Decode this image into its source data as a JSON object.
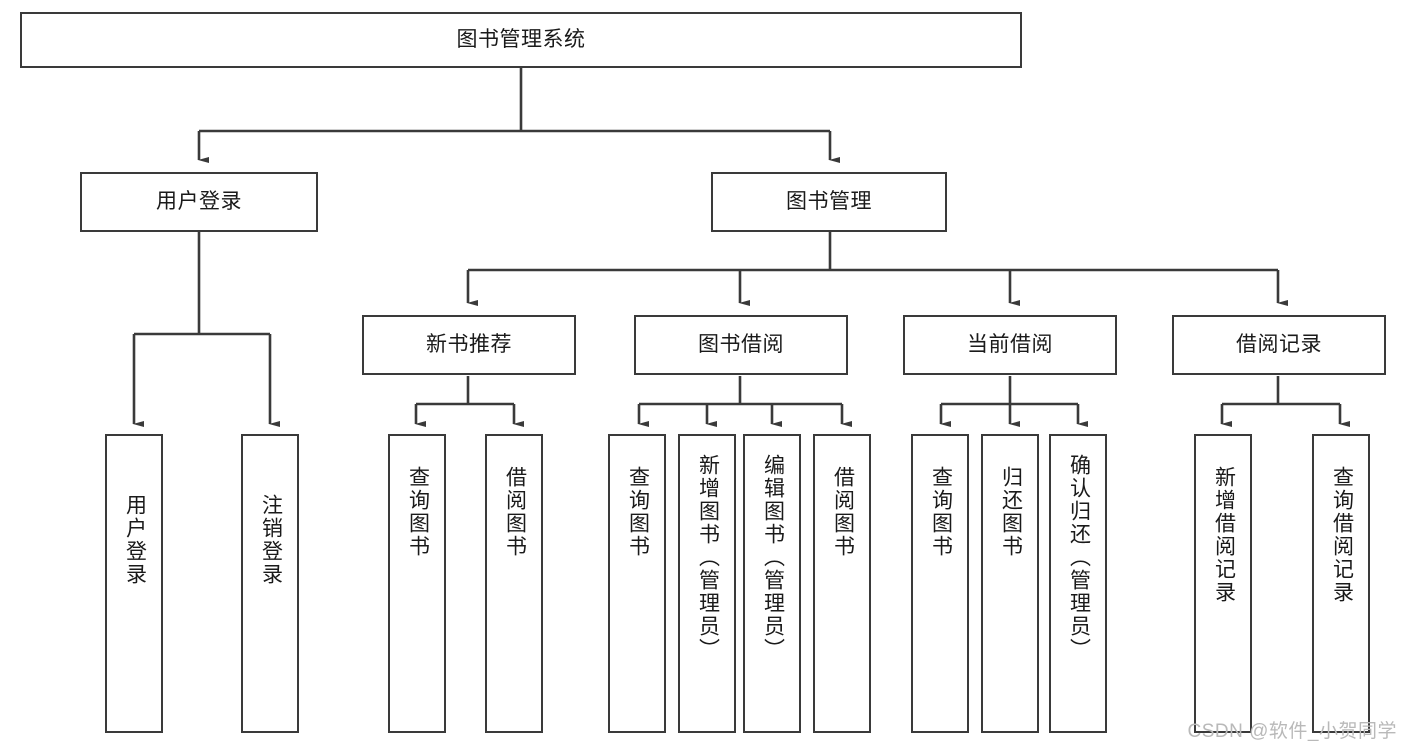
{
  "diagram": {
    "title": "图书管理系统",
    "type": "tree-diagram",
    "colors": {
      "box_border": "#3a3a3a",
      "box_fill": "#ffffff",
      "connector": "#3a3a3a",
      "text": "#1a1a1a",
      "watermark": "#b9b9b9",
      "background": "#ffffff"
    },
    "root": {
      "label": "图书管理系统"
    },
    "level2": [
      {
        "label": "用户登录"
      },
      {
        "label": "图书管理"
      }
    ],
    "level3": [
      {
        "label": "新书推荐"
      },
      {
        "label": "图书借阅"
      },
      {
        "label": "当前借阅"
      },
      {
        "label": "借阅记录"
      }
    ],
    "leaves": {
      "user_login": [
        {
          "label": "用户登录"
        },
        {
          "label": "注销登录"
        }
      ],
      "new_book_recommend": [
        {
          "label": "查询图书"
        },
        {
          "label": "借阅图书"
        }
      ],
      "book_borrow": [
        {
          "label": "查询图书"
        },
        {
          "label": "新增图书（管理员）"
        },
        {
          "label": "编辑图书（管理员）"
        },
        {
          "label": "借阅图书"
        }
      ],
      "current_borrow": [
        {
          "label": "查询图书"
        },
        {
          "label": "归还图书"
        },
        {
          "label": "确认归还（管理员）"
        }
      ],
      "borrow_record": [
        {
          "label": "新增借阅记录"
        },
        {
          "label": "查询借阅记录"
        }
      ]
    }
  },
  "watermark": {
    "text": "CSDN @软件_小贺同学"
  }
}
